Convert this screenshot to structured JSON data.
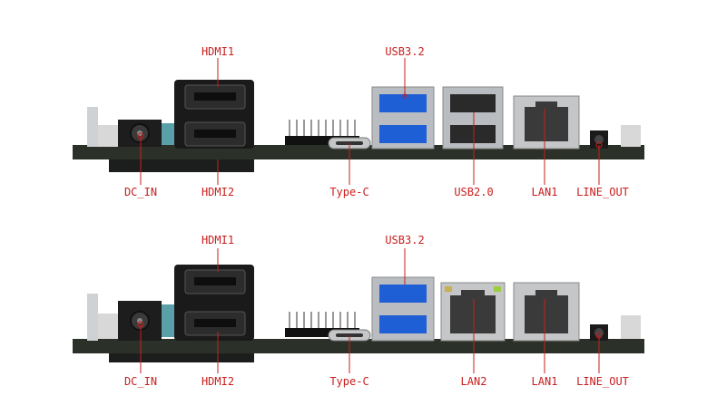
{
  "boards": [
    {
      "labels": {
        "hdmi1": "HDMI1",
        "hdmi2": "HDMI2",
        "dc_in": "DC_IN",
        "usb32": "USB3.2",
        "typec": "Type-C",
        "usb20": "USB2.0",
        "lan1": "LAN1",
        "line_out": "LINE_OUT"
      }
    },
    {
      "labels": {
        "hdmi1": "HDMI1",
        "hdmi2": "HDMI2",
        "dc_in": "DC_IN",
        "usb32": "USB3.2",
        "typec": "Type-C",
        "lan2": "LAN2",
        "lan1": "LAN1",
        "line_out": "LINE_OUT"
      }
    }
  ],
  "colors": {
    "label": "#c81e1e",
    "pcb": "#2b3128",
    "usb3_blue": "#1f5fd6",
    "metal": "#b9bcc0"
  }
}
